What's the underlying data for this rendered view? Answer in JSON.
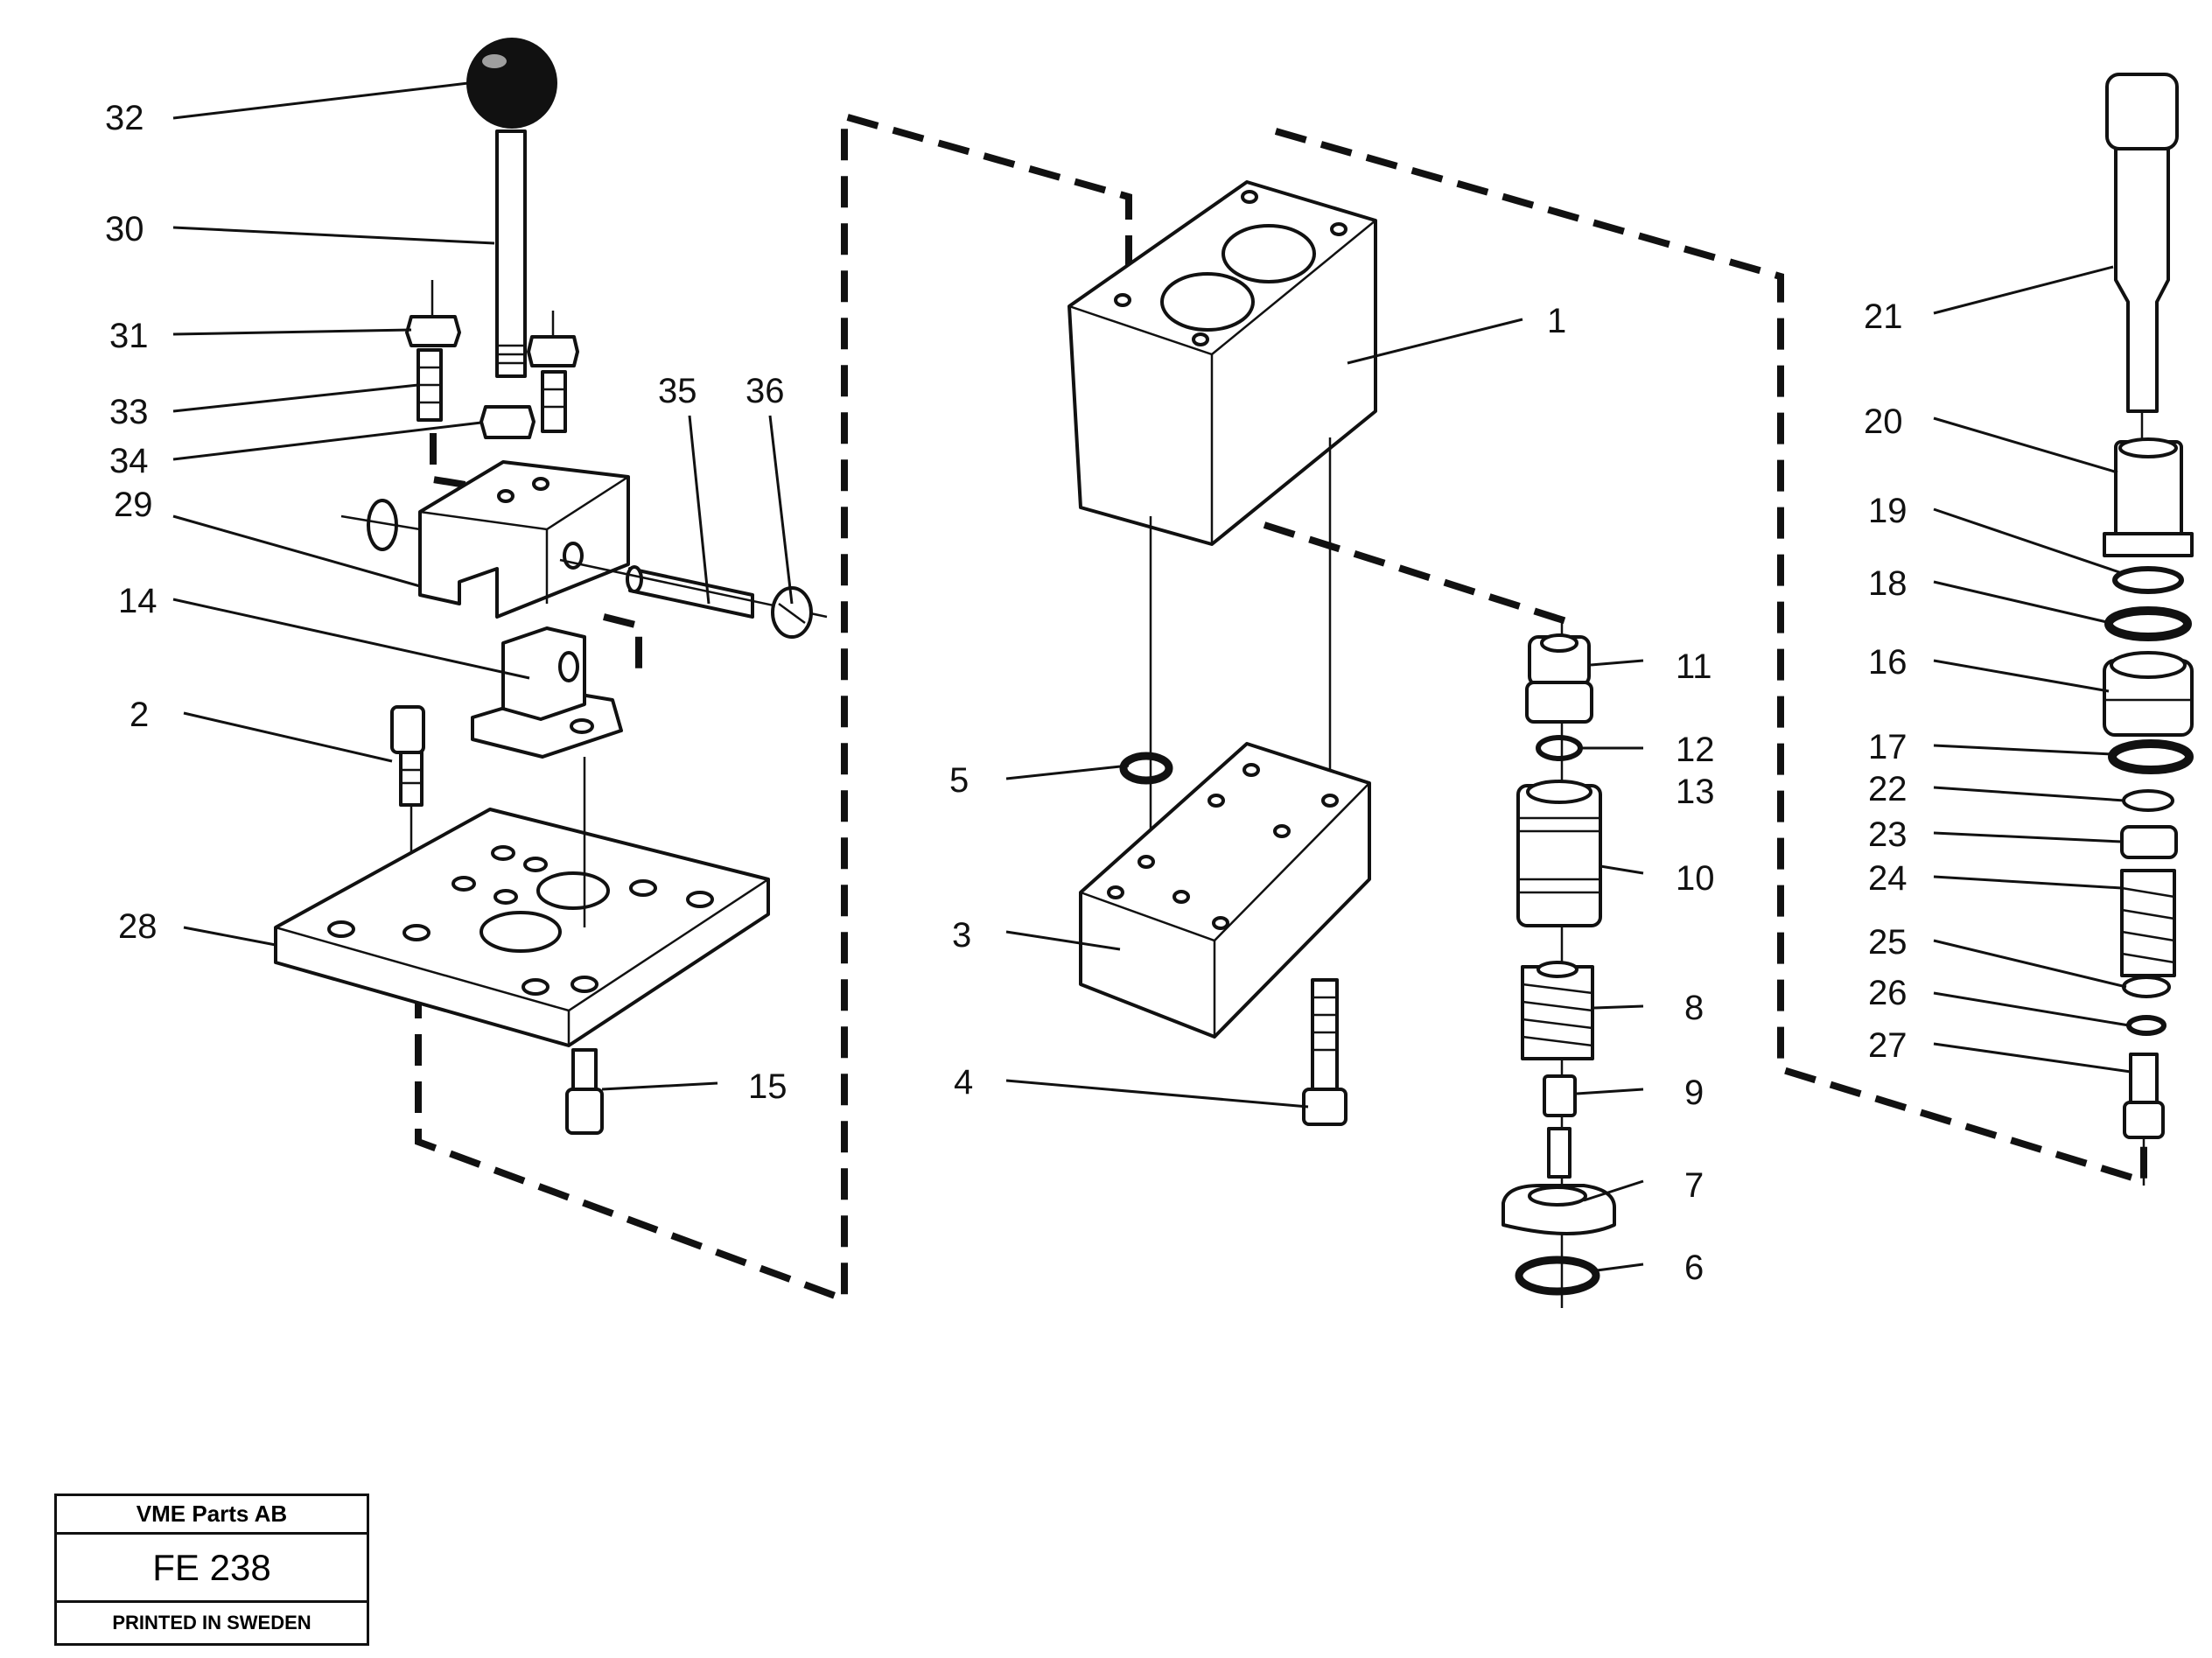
{
  "title_block": {
    "company": "VME Parts AB",
    "code": "FE 238",
    "printed": "PRINTED IN SWEDEN"
  },
  "labels": {
    "l1": "1",
    "l2": "2",
    "l3": "3",
    "l4": "4",
    "l5": "5",
    "l6": "6",
    "l7": "7",
    "l8": "8",
    "l9": "9",
    "l10": "10",
    "l11": "11",
    "l12": "12",
    "l13": "13",
    "l14": "14",
    "l15": "15",
    "l16": "16",
    "l17": "17",
    "l18": "18",
    "l19": "19",
    "l20": "20",
    "l21": "21",
    "l22": "22",
    "l23": "23",
    "l24": "24",
    "l25": "25",
    "l26": "26",
    "l27": "27",
    "l28": "28",
    "l29": "29",
    "l30": "30",
    "l31": "31",
    "l32": "32",
    "l33": "33",
    "l34": "34",
    "l35": "35",
    "l36": "36"
  }
}
